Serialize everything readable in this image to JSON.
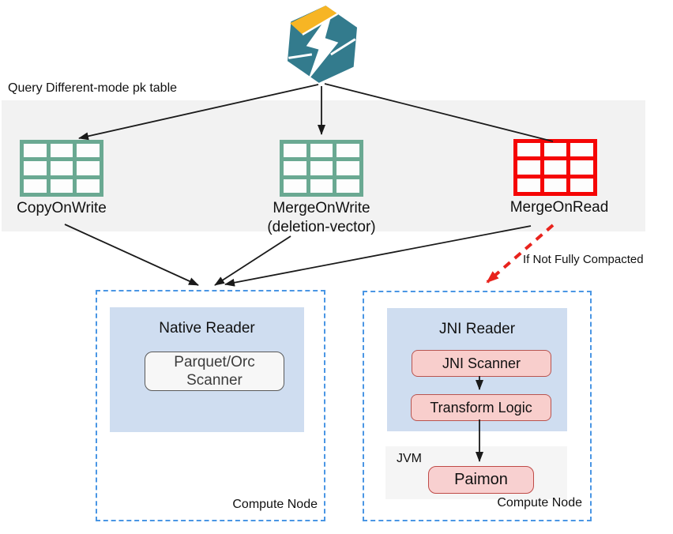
{
  "header": {
    "title": "Query Different-mode pk table"
  },
  "logo": {
    "name": "paimon-logo",
    "teal": "#337b8d",
    "yellow": "#f7b524"
  },
  "tables": [
    {
      "label": "CopyOnWrite",
      "color": "#6aa992"
    },
    {
      "label": "MergeOnWrite",
      "sublabel": "(deletion-vector)",
      "color": "#6aa992"
    },
    {
      "label": "MergeOnRead",
      "color": "#f50505"
    }
  ],
  "annotation": {
    "label": "If Not Fully Compacted",
    "arrow_color": "#e8231d"
  },
  "native_node": {
    "title": "Native Reader",
    "scanner_line1": "Parquet/Orc",
    "scanner_line2": "Scanner",
    "footer": "Compute Node"
  },
  "jni_node": {
    "title": "JNI Reader",
    "scanner": "JNI Scanner",
    "transform": "Transform Logic",
    "jvm_label": "JVM",
    "paimon": "Paimon",
    "footer": "Compute Node"
  },
  "colors": {
    "band_background": "#f2f2f2",
    "node_border_blue": "#4a96e4",
    "reader_fill_blue": "#cfddf0",
    "jni_box_fill": "#f8cecc",
    "jni_box_stroke": "#b85450",
    "table_teal": "#6aa992",
    "table_red": "#f50505",
    "line_black": "#1a1a1a"
  }
}
